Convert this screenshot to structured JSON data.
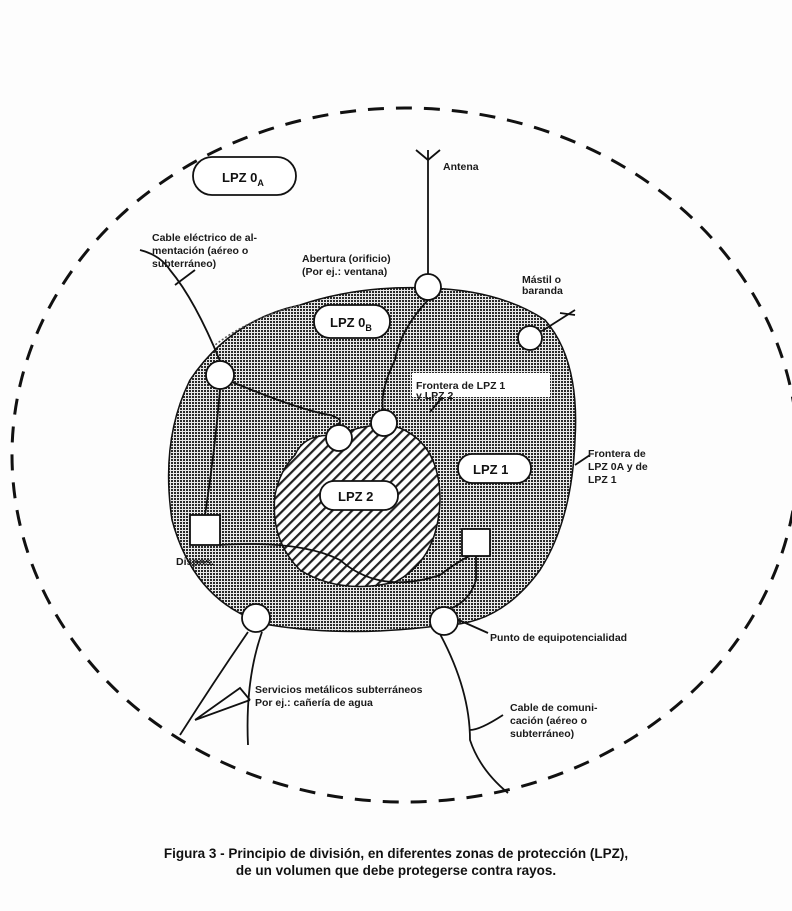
{
  "zones": {
    "lpz0a": "LPZ 0",
    "lpz0a_sub": "A",
    "lpz0b": "LPZ 0",
    "lpz0b_sub": "B",
    "lpz1": "LPZ 1",
    "lpz2": "LPZ 2"
  },
  "labels": {
    "antenna": "Antena",
    "power_cable": [
      "Cable eléctrico de al-",
      "mentación (aéreo o",
      "subterráneo)"
    ],
    "opening": [
      "Abertura (orificio)",
      "(Por ej.: ventana)"
    ],
    "mast": [
      "Mástil o",
      "baranda"
    ],
    "boundary_1_2": [
      "Frontera de LPZ 1",
      "y LPZ 2"
    ],
    "boundary_0a_1": [
      "Frontera de",
      "LPZ 0A y de",
      "LPZ 1"
    ],
    "device": "Dispos.",
    "equipotential": "Punto de equipotencialidad",
    "metal_services": [
      "Servicios metálicos subterráneos",
      "Por ej.: cañería de agua"
    ],
    "comm_cable": [
      "Cable de comuni-",
      "cación (aéreo o",
      "subterráneo)"
    ]
  },
  "caption": [
    "Figura 3 - Principio de división, en diferentes zonas de protección (LPZ),",
    "de un volumen que debe protegerse contra rayos."
  ]
}
